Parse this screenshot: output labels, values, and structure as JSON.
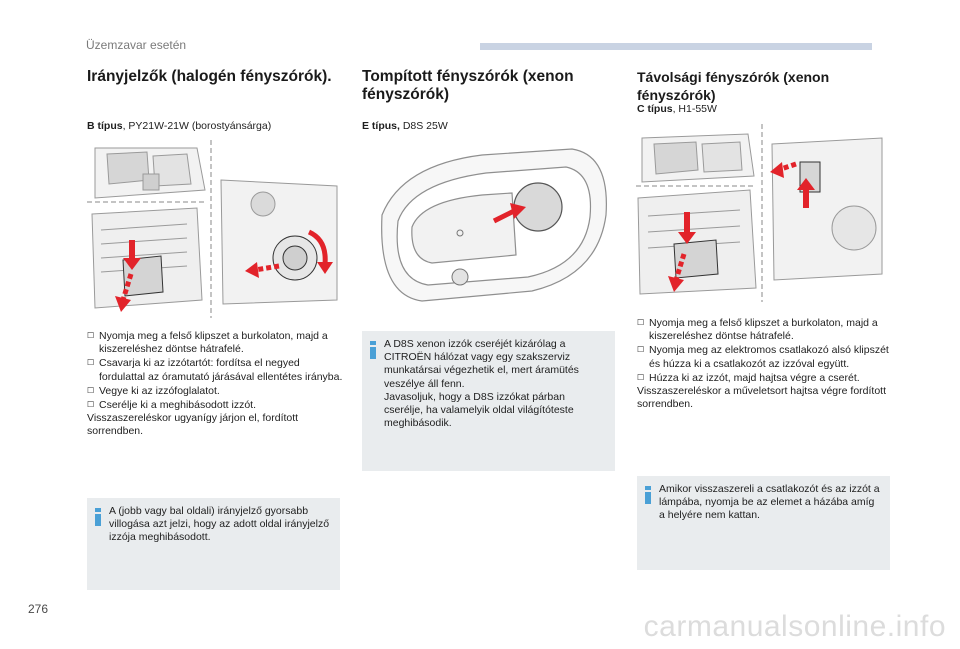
{
  "header": {
    "section": "Üzemzavar esetén"
  },
  "col1": {
    "title": "Irányjelzők (halogén fényszórók).",
    "type_label": "B típus",
    "type_value": ", PY21W-21W (borostyánsárga)",
    "steps": [
      "Nyomja meg a felső klipszet a burkolaton, majd a kiszereléshez döntse hátrafelé.",
      "Csavarja ki az izzótartót: fordítsa el negyed fordulattal az óramutató járásával ellentétes irányba.",
      "Vegye ki az izzófoglalatot.",
      "Cserélje ki a meghibásodott izzót."
    ],
    "note": "Visszaszereléskor ugyanígy járjon el, fordított sorrendben.",
    "info": "A (jobb vagy bal oldali) irányjelző gyorsabb villogása azt jelzi, hogy az adott oldal irányjelző izzója meghibásodott."
  },
  "col2": {
    "title": "Tompított fényszórók (xenon fényszórók)",
    "type_label": "E típus,",
    "type_value": " D8S 25W",
    "info": "A D8S xenon izzók cseréjét kizárólag a CITROËN hálózat vagy egy szakszerviz munkatársai végezhetik el, mert áramütés veszélye áll fenn.\nJavasoljuk, hogy a D8S izzókat párban cserélje, ha valamelyik oldal világítóteste meghibásodik."
  },
  "col3": {
    "title": "Távolsági fényszórók (xenon fényszórók)",
    "type_label": "C típus",
    "type_value": ", H1-55W",
    "steps": [
      "Nyomja meg a felső klipszet a burkolaton, majd a kiszereléshez döntse hátrafelé.",
      "Nyomja meg az elektromos csatlakozó alsó klipszét és húzza ki a csatlakozót az izzóval együtt.",
      "Húzza ki az izzót, majd hajtsa végre a cserét."
    ],
    "note": "Visszaszereléskor a műveletsort hajtsa végre fordított sorrendben.",
    "info": "Amikor visszaszereli a csatlakozót és az izzót a lámpába, nyomja be az elemet a házába amíg a helyére nem kattan."
  },
  "footer": {
    "page_number": "276",
    "watermark": "carmanualsonline.info"
  },
  "colors": {
    "arrow": "#e2232a",
    "info_icon": "#4aa0d6",
    "infobox_bg": "#e9ecee"
  }
}
